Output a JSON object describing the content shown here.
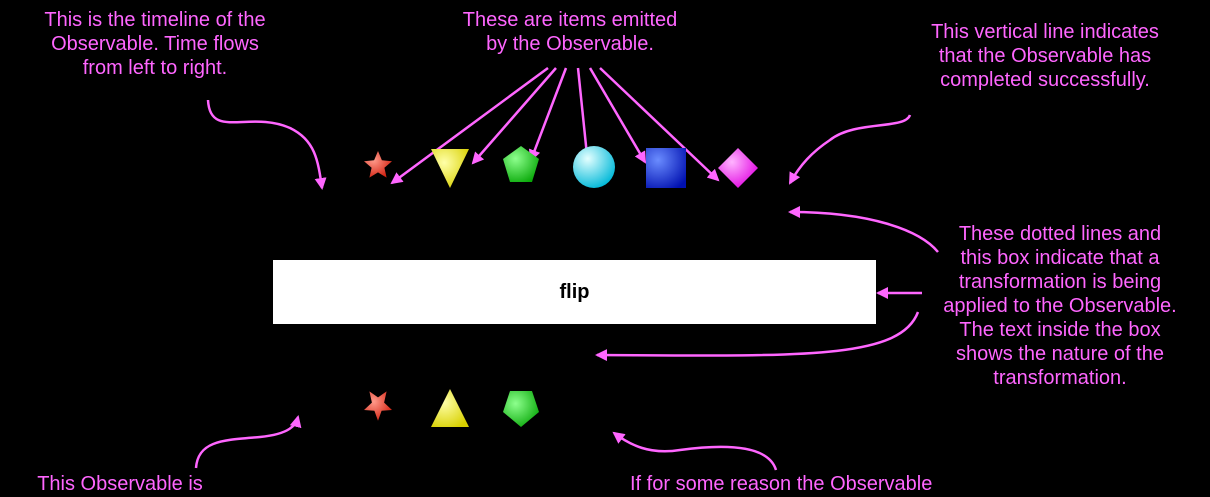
{
  "diagram": {
    "operator_label": "flip",
    "annotations": {
      "timeline": [
        "This is the timeline of the",
        "Observable. Time flows",
        "from left to right."
      ],
      "items": [
        "These are items emitted",
        "by the Observable."
      ],
      "completed": [
        "This vertical line indicates",
        "that the Observable has",
        "completed successfully."
      ],
      "transformation": [
        "These dotted lines and",
        "this box indicate that a",
        "transformation is being",
        "applied to the Observable.",
        "The text inside the box",
        "shows the nature of the",
        "transformation."
      ],
      "terminated": [
        "This Observable is"
      ],
      "error": [
        "If for some reason the Observable"
      ]
    },
    "input_items": [
      "red-star",
      "yellow-down-triangle",
      "green-pentagon",
      "cyan-circle",
      "blue-square",
      "magenta-diamond"
    ],
    "output_items": [
      "red-star",
      "yellow-up-triangle",
      "green-pentagon"
    ],
    "colors": {
      "background": "#000000",
      "annotation": "#ff66ff",
      "box": "#ffffff"
    }
  }
}
